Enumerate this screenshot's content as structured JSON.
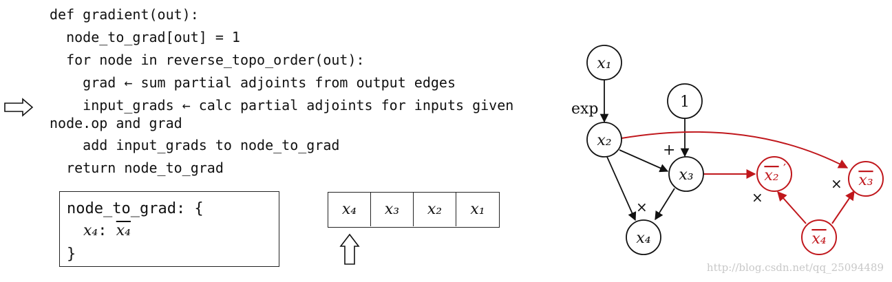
{
  "code": {
    "lines": [
      "def gradient(out):",
      "  node_to_grad[out] = 1",
      "  for node in reverse_topo_order(out):",
      "    grad ← sum partial adjoints from output edges",
      "    input_grads ← calc partial adjoints for inputs given",
      "node.op and grad",
      "    add input_grads to node_to_grad",
      "  return node_to_grad"
    ]
  },
  "state_box": {
    "header": "node_to_grad: {",
    "entry_key": "x₄",
    "entry_sep": ": ",
    "entry_value": "x₄",
    "footer": "}"
  },
  "topo_order": [
    "x₄",
    "x₃",
    "x₂",
    "x₁"
  ],
  "graph": {
    "nodes": {
      "x1": "x₁",
      "x2": "x₂",
      "x3": "x₃",
      "x4": "x₄",
      "one": "1",
      "x2bar_prime": "x₂",
      "x2bar_prime_mark": "′",
      "x3bar": "x₃",
      "x4bar": "x₄"
    },
    "ops": {
      "exp": "exp",
      "plus": "+",
      "times_x4": "×",
      "times_left": "×",
      "times_right": "×"
    },
    "colors": {
      "black": "#111111",
      "red": "#c0171c"
    }
  },
  "watermark": "http://blog.csdn.net/qq_25094489"
}
